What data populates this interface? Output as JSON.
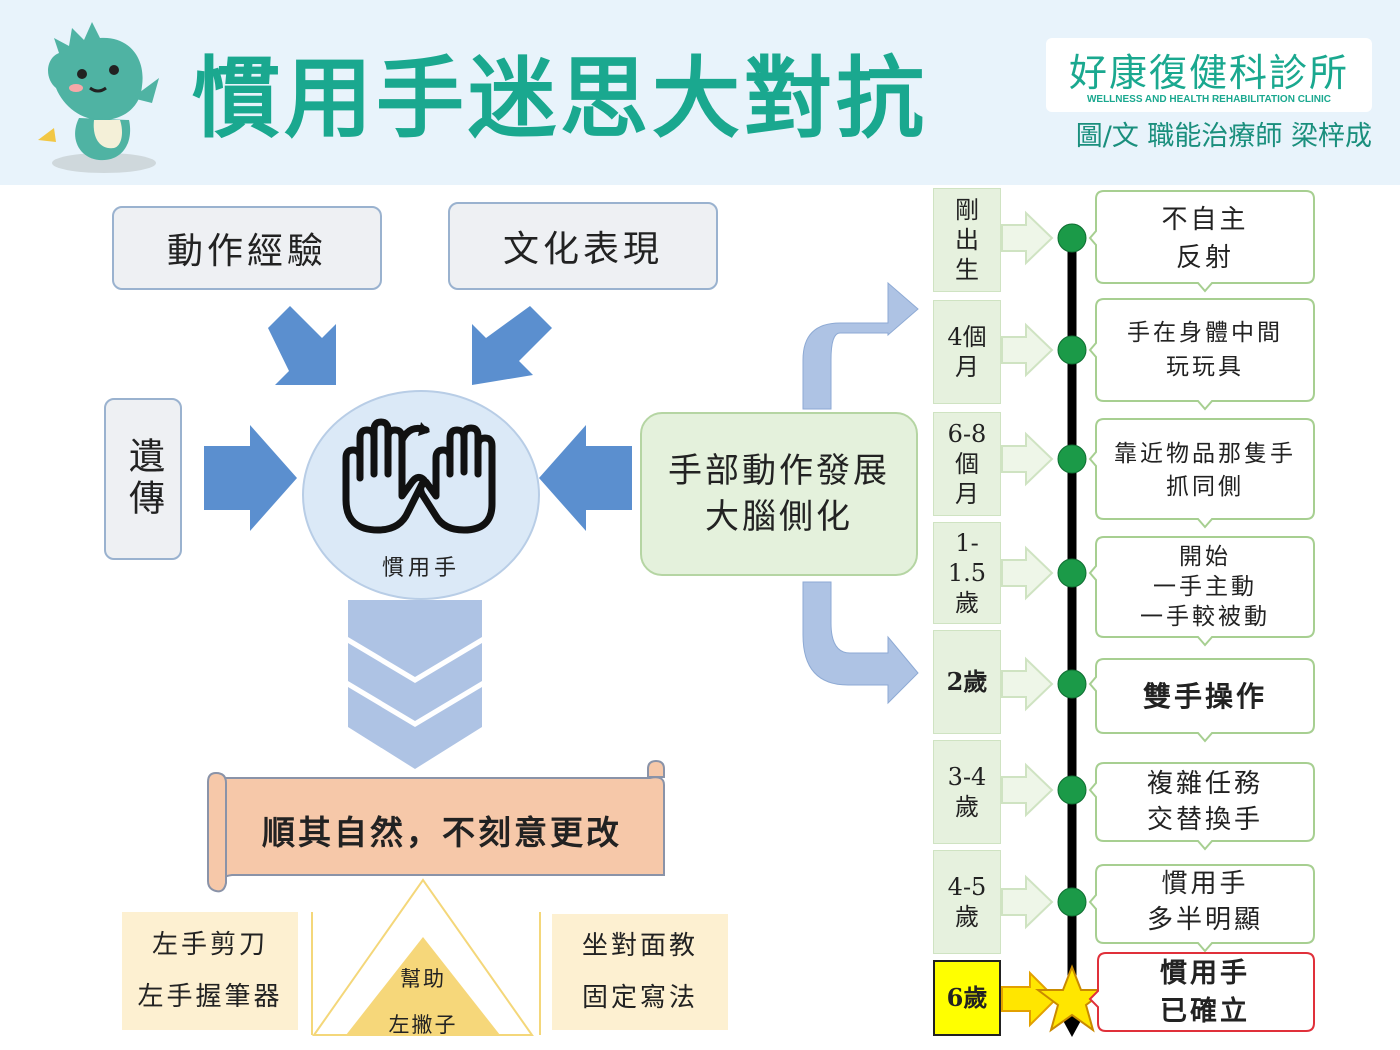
{
  "header": {
    "title": "慣用手迷思大對抗",
    "logo_name": "好康復健科診所",
    "logo_sub": "WELLNESS AND HEALTH REHABILITATION CLINIC",
    "credit": "圖/文 職能治療師 梁梓成"
  },
  "factors": {
    "motor_experience": "動作經驗",
    "culture": "文化表現",
    "genetics": "遺傳",
    "center_label": "慣用手",
    "development_line1": "手部動作發展",
    "development_line2": "大腦側化"
  },
  "advice": {
    "scroll": "順其自然，不刻意更改",
    "left_tools": [
      "左手剪刀",
      "左手握筆器"
    ],
    "helper": [
      "幫助",
      "左撇子"
    ],
    "teaching": [
      "坐對面教",
      "固定寫法"
    ]
  },
  "timeline": [
    {
      "age": [
        "剛",
        "出",
        "生"
      ],
      "text": [
        "不自主",
        "反射"
      ]
    },
    {
      "age": [
        "4個",
        "月"
      ],
      "text": [
        "手在身體中間",
        "玩玩具"
      ]
    },
    {
      "age": [
        "6-8",
        "個",
        "月"
      ],
      "text": [
        "靠近物品那隻手",
        "抓同側"
      ]
    },
    {
      "age": [
        "1-",
        "1.5",
        "歲"
      ],
      "text": [
        "開始",
        "一手主動",
        "一手較被動"
      ]
    },
    {
      "age": [
        "2歲"
      ],
      "text": [
        "雙手操作"
      ]
    },
    {
      "age": [
        "3-4",
        "歲"
      ],
      "text": [
        "複雜任務",
        "交替換手"
      ]
    },
    {
      "age": [
        "4-5",
        "歲"
      ],
      "text": [
        "慣用手",
        "多半明顯"
      ]
    },
    {
      "age": [
        "6歲"
      ],
      "text": [
        "慣用手",
        "已確立"
      ]
    }
  ],
  "colors": {
    "title_teal": "#1aa88f",
    "arrow_blue": "#5b8fcf",
    "milestone_green": "#1b9a48",
    "star_yellow": "#ffe600",
    "scroll_salmon": "#f6c8a9"
  }
}
